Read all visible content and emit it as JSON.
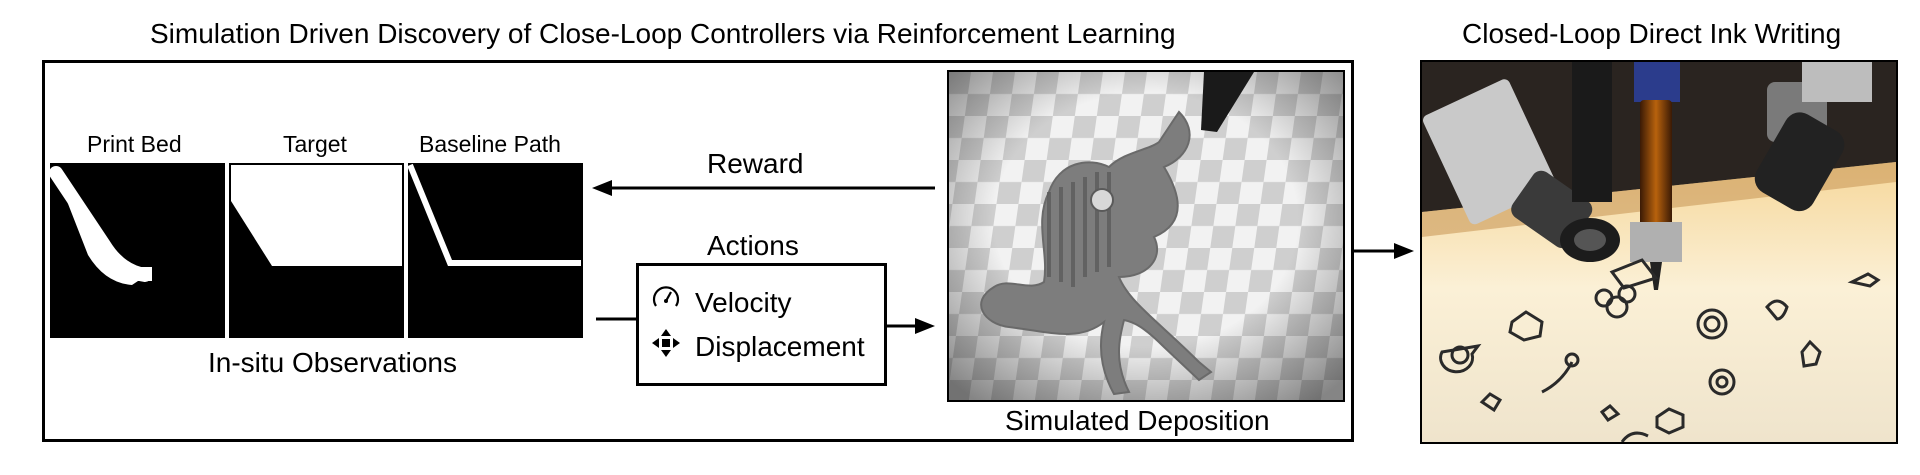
{
  "diagram": {
    "main_title": "Simulation Driven Discovery of Close-Loop Controllers via Reinforcement Learning",
    "right_title": "Closed-Loop Direct Ink Writing",
    "observations": {
      "panels": [
        {
          "label": "Print Bed"
        },
        {
          "label": "Target"
        },
        {
          "label": "Baseline Path"
        }
      ],
      "caption": "In-situ Observations"
    },
    "reward_label": "Reward",
    "actions": {
      "title": "Actions",
      "items": [
        {
          "icon": "gauge-icon",
          "label": "Velocity"
        },
        {
          "icon": "move-arrows-icon",
          "label": "Displacement"
        }
      ]
    },
    "simulation_caption": "Simulated Deposition",
    "photo_subject": "robotic direct ink writing printer with cameras and printed shapes"
  }
}
